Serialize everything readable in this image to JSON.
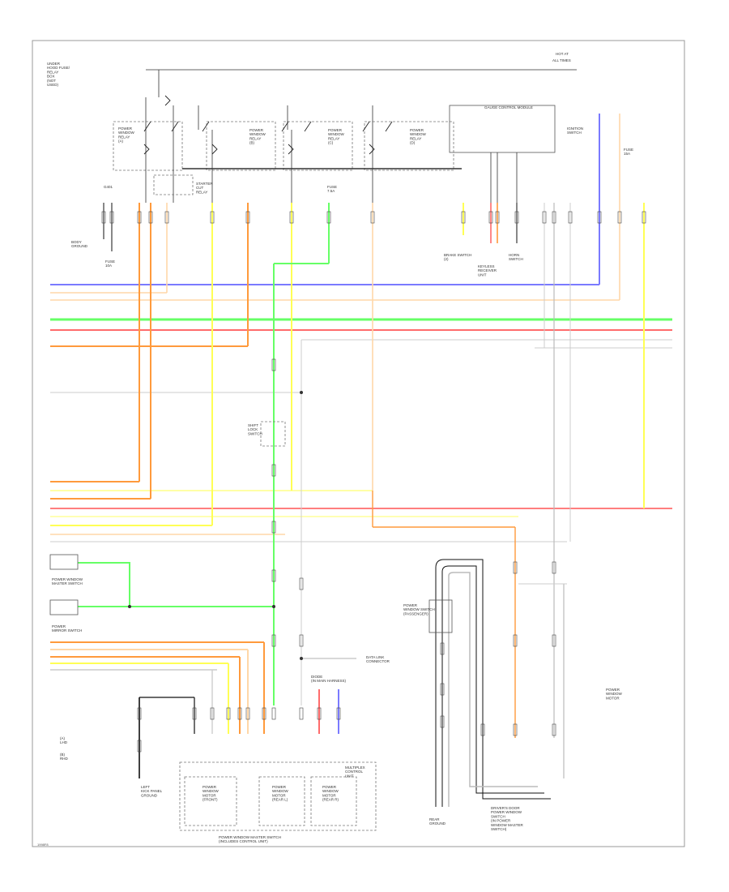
{
  "footer": {
    "code": "1998F8"
  },
  "top_right": {
    "label_line1": "HOT AT",
    "label_line2": "ALL TIMES"
  },
  "component_labels": {
    "under_hood_fuse_box": [
      "UNDER",
      "HOOD FUSE/",
      "RELAY",
      "BOX",
      "(NOT",
      "USED)"
    ],
    "relay_a": [
      "POWER",
      "WINDOW",
      "RELAY",
      "(A)"
    ],
    "relay_b": [
      "POWER",
      "WINDOW",
      "RELAY",
      "(B)"
    ],
    "relay_c": [
      "POWER",
      "WINDOW",
      "RELAY",
      "(C)"
    ],
    "relay_d": [
      "POWER",
      "WINDOW",
      "RELAY",
      "(D)"
    ],
    "starter_relay": [
      "STARTER",
      "CUT",
      "RELAY"
    ],
    "gauge_control": [
      "GAUGE CONTROL MODULE"
    ],
    "ignition_switch": [
      "IGNITION",
      "SWITCH"
    ],
    "g401": [
      "G401"
    ],
    "body_ground": [
      "BODY",
      "GROUND"
    ],
    "brake_switch": [
      "BRAKE SWITCH",
      "(2)"
    ],
    "keyless_receiver": [
      "KEYLESS",
      "RECEIVER",
      "UNIT"
    ],
    "horn": [
      "HORN",
      "SWITCH"
    ],
    "fuse_1": [
      "FUSE",
      "10A"
    ],
    "fuse_2": [
      "FUSE",
      "7.5A"
    ],
    "fuse_3": [
      "FUSE",
      "15A"
    ],
    "shift_switch": [
      "SHIFT",
      "LOCK",
      "SWITCH"
    ],
    "power_window_master": [
      "POWER WINDOW",
      "MASTER SWITCH"
    ],
    "power_mirror_switch": [
      "POWER",
      "MIRROR SWITCH"
    ],
    "passenger_window_switch": [
      "POWER",
      "WINDOW SWITCH",
      "(PASSENGER)"
    ],
    "data_link": [
      "DATA LINK",
      "CONNECTOR"
    ],
    "diode": [
      "DIODE",
      "(IN MAIN HARNESS)"
    ],
    "multiplex_control": [
      "MULTIPLEX",
      "CONTROL",
      "UNIT"
    ],
    "pw_motor_a": [
      "POWER",
      "WINDOW",
      "MOTOR",
      "(FRONT)"
    ],
    "pw_motor_b": [
      "POWER",
      "WINDOW",
      "MOTOR",
      "(REAR L)"
    ],
    "pw_motor_c": [
      "POWER",
      "WINDOW",
      "MOTOR",
      "(REAR R)"
    ],
    "control_unit_box": [
      "POWER WINDOW MASTER SWITCH",
      "(INCLUDES CONTROL UNIT)"
    ],
    "ground_left": [
      "LEFT",
      "KICK PANEL",
      "GROUND"
    ],
    "rear_ground": [
      "REAR",
      "GROUND"
    ],
    "driver_switch_bottom": [
      "DRIVER'S DOOR",
      "POWER WINDOW",
      "SWITCH",
      "(IN POWER",
      "WINDOW MASTER",
      "SWITCH)"
    ],
    "legend_a": [
      "(A)",
      "LHD"
    ],
    "legend_b": [
      "(B)",
      "RHD"
    ],
    "side_note": [
      "POWER",
      "WINDOW",
      "MOTOR"
    ]
  },
  "wire_colors": {
    "blue": "#7a7aff",
    "orange": "#ff9a3c",
    "yellow": "#ffff55",
    "green": "#66ff66",
    "red": "#ff6b6b",
    "peach": "#ffd7a8",
    "light_yellow": "#ffff9a",
    "gray": "#bbbbbb",
    "black": "#111111"
  }
}
